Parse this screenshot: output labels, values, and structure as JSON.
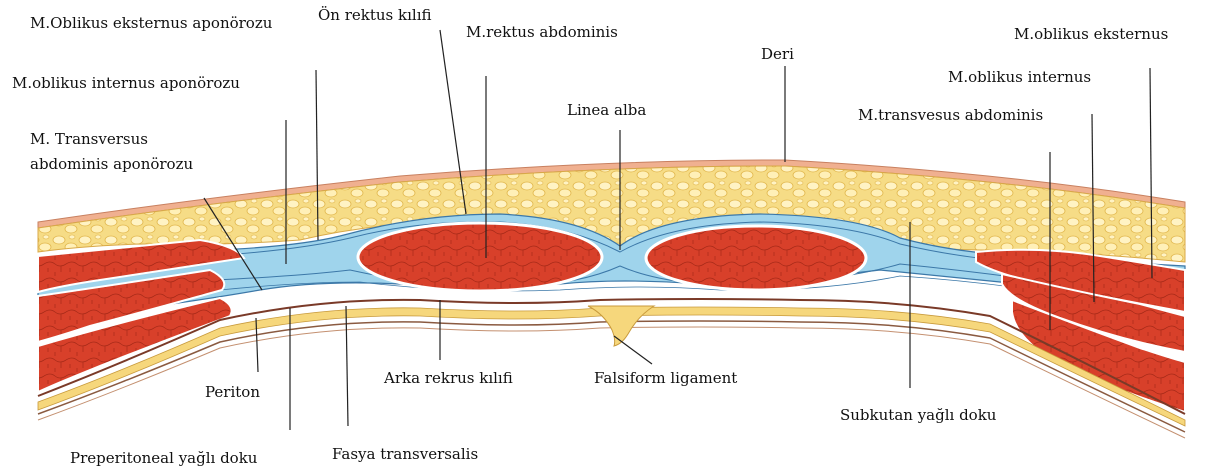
{
  "labels": {
    "m_oblikus_eksternus_aponorozu": "M.Oblikus eksternus aponörozu",
    "on_rektus_kilifi": "Ön rektus kılıfi",
    "m_rektus_abdominis": "M.rektus abdominis",
    "deri": "Deri",
    "m_oblikus_eksternus": "M.oblikus eksternus",
    "m_oblikus_internus_aponorozu": "M.oblikus internus aponörozu",
    "m_oblikus_internus": "M.oblikus internus",
    "linea_alba": "Linea alba",
    "m_transvesus_abdominis": "M.transvesus abdominis",
    "m_transversus_aponorozu_line1": "M. Transversus",
    "m_transversus_aponorozu_line2": "abdominis aponörozu",
    "periton": "Periton",
    "arka_rektus_kilifi": "Arka rekrus kılıfi",
    "falsiform_ligament": "Falsiform ligament",
    "subkutan_yagli_doku": "Subkutan yağlı doku",
    "preperitoneal_yagli_doku": "Preperitoneal yağlı doku",
    "fasya_transversalis": "Fasya transversalis"
  },
  "colors": {
    "skin": "#f0b090",
    "fat": "#f6dc86",
    "fat_lobule": "#fff3c4",
    "muscle": "#d8402a",
    "muscle_dark": "#a82a18",
    "fascia": "#9fd4ec",
    "fascia_line": "#3c78a8",
    "preperitoneal_fat": "#f6d77c",
    "leader": "#222222"
  }
}
